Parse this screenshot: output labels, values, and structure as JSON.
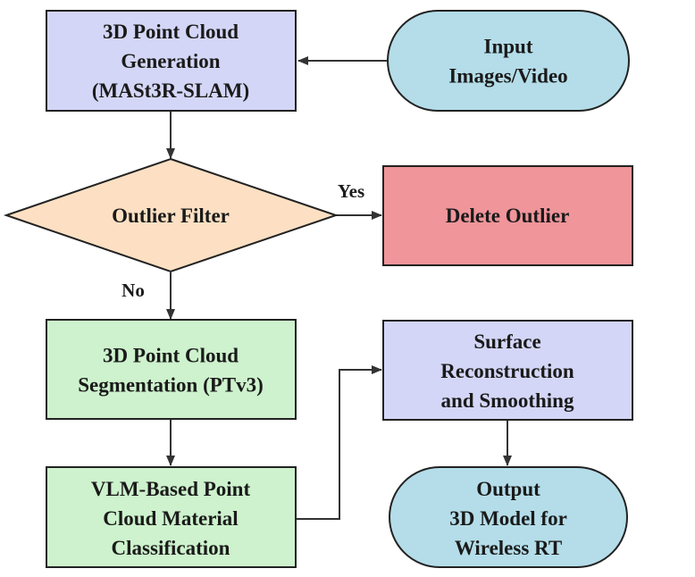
{
  "nodes": {
    "generation": {
      "lines": [
        "3D Point Cloud",
        "Generation",
        "(MASt3R-SLAM)"
      ],
      "color": "#d4d6f7"
    },
    "input": {
      "lines": [
        "Input",
        "Images/Video"
      ],
      "color": "#b4dde9"
    },
    "filter": {
      "lines": [
        "Outlier Filter"
      ],
      "color": "#fde0c3"
    },
    "delete": {
      "lines": [
        "Delete Outlier"
      ],
      "color": "#f0959a"
    },
    "segmentation": {
      "lines": [
        "3D Point Cloud",
        "Segmentation (PTv3)"
      ],
      "color": "#cdf2cd"
    },
    "surface": {
      "lines": [
        "Surface",
        "Reconstruction",
        "and Smoothing"
      ],
      "color": "#d4d6f7"
    },
    "classification": {
      "lines": [
        "VLM-Based Point",
        "Cloud Material",
        "Classification"
      ],
      "color": "#cdf2cd"
    },
    "output": {
      "lines": [
        "Output",
        "3D Model for",
        "Wireless RT"
      ],
      "color": "#b4dde9"
    }
  },
  "edges": {
    "yes_label": "Yes",
    "no_label": "No"
  }
}
